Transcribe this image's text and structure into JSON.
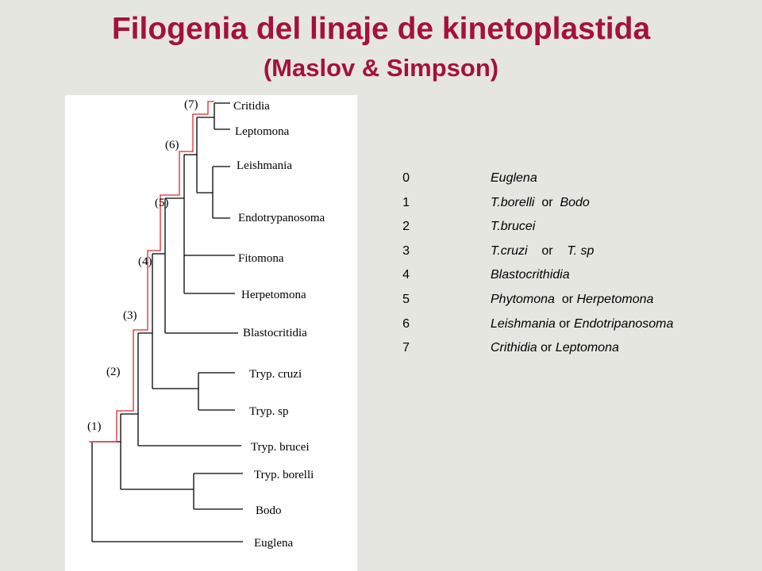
{
  "title": "Filogenia del linaje de kinetoplastida",
  "subtitle": "(Maslov & Simpson)",
  "tree": {
    "taxa": [
      "Critidia",
      "Leptomona",
      "Leishmania",
      "Endotrypanosoma",
      "Fitomona",
      "Herpetomona",
      "Blastocritidia",
      "Tryp. cruzi",
      "Tryp. sp",
      "Tryp. brucei",
      "Tryp. borelli",
      "Bodo",
      "Euglena"
    ],
    "node_labels": [
      "(1)",
      "(2)",
      "(3)",
      "(4)",
      "(5)",
      "(6)",
      "(7)"
    ],
    "highlight_color": "#e0262b",
    "line_color": "#000000"
  },
  "legend": [
    {
      "num": "0",
      "parts": [
        {
          "t": "Euglena",
          "i": true
        }
      ]
    },
    {
      "num": "1",
      "parts": [
        {
          "t": "T.borelli",
          "i": true
        },
        {
          "t": "  or  ",
          "i": false
        },
        {
          "t": "Bodo",
          "i": true
        }
      ]
    },
    {
      "num": "2",
      "parts": [
        {
          "t": "T.brucei",
          "i": true
        }
      ]
    },
    {
      "num": "3",
      "parts": [
        {
          "t": "T.cruzi",
          "i": true
        },
        {
          "t": "    or    ",
          "i": false
        },
        {
          "t": "T. sp",
          "i": true
        }
      ]
    },
    {
      "num": "4",
      "parts": [
        {
          "t": "Blastocrithidia",
          "i": true
        }
      ]
    },
    {
      "num": "5",
      "parts": [
        {
          "t": "Phytomona",
          "i": true
        },
        {
          "t": "  or ",
          "i": false
        },
        {
          "t": "Herpetomona",
          "i": true
        }
      ]
    },
    {
      "num": "6",
      "parts": [
        {
          "t": "Leishmania",
          "i": true
        },
        {
          "t": " or ",
          "i": false
        },
        {
          "t": "Endotripanosoma",
          "i": true
        }
      ]
    },
    {
      "num": "7",
      "parts": [
        {
          "t": "Crithidia",
          "i": true
        },
        {
          "t": " or ",
          "i": false
        },
        {
          "t": "Leptomona",
          "i": true
        }
      ]
    }
  ]
}
